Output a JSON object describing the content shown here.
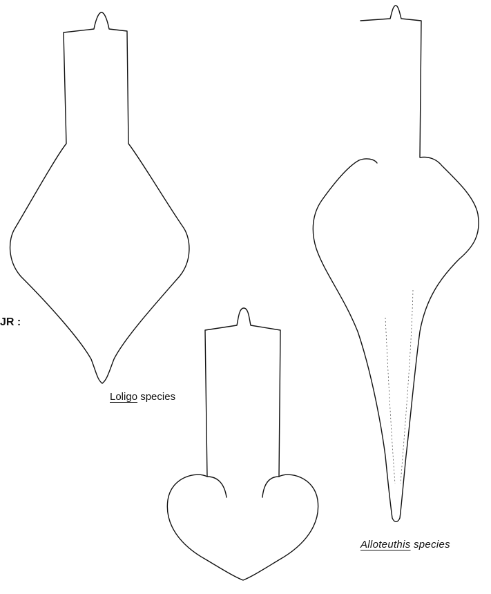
{
  "fragment_text": "JR :",
  "specimens": [
    {
      "genus": "Loligo",
      "suffix": " species"
    },
    {
      "genus": "Alloteuthis",
      "suffix": " species"
    }
  ]
}
